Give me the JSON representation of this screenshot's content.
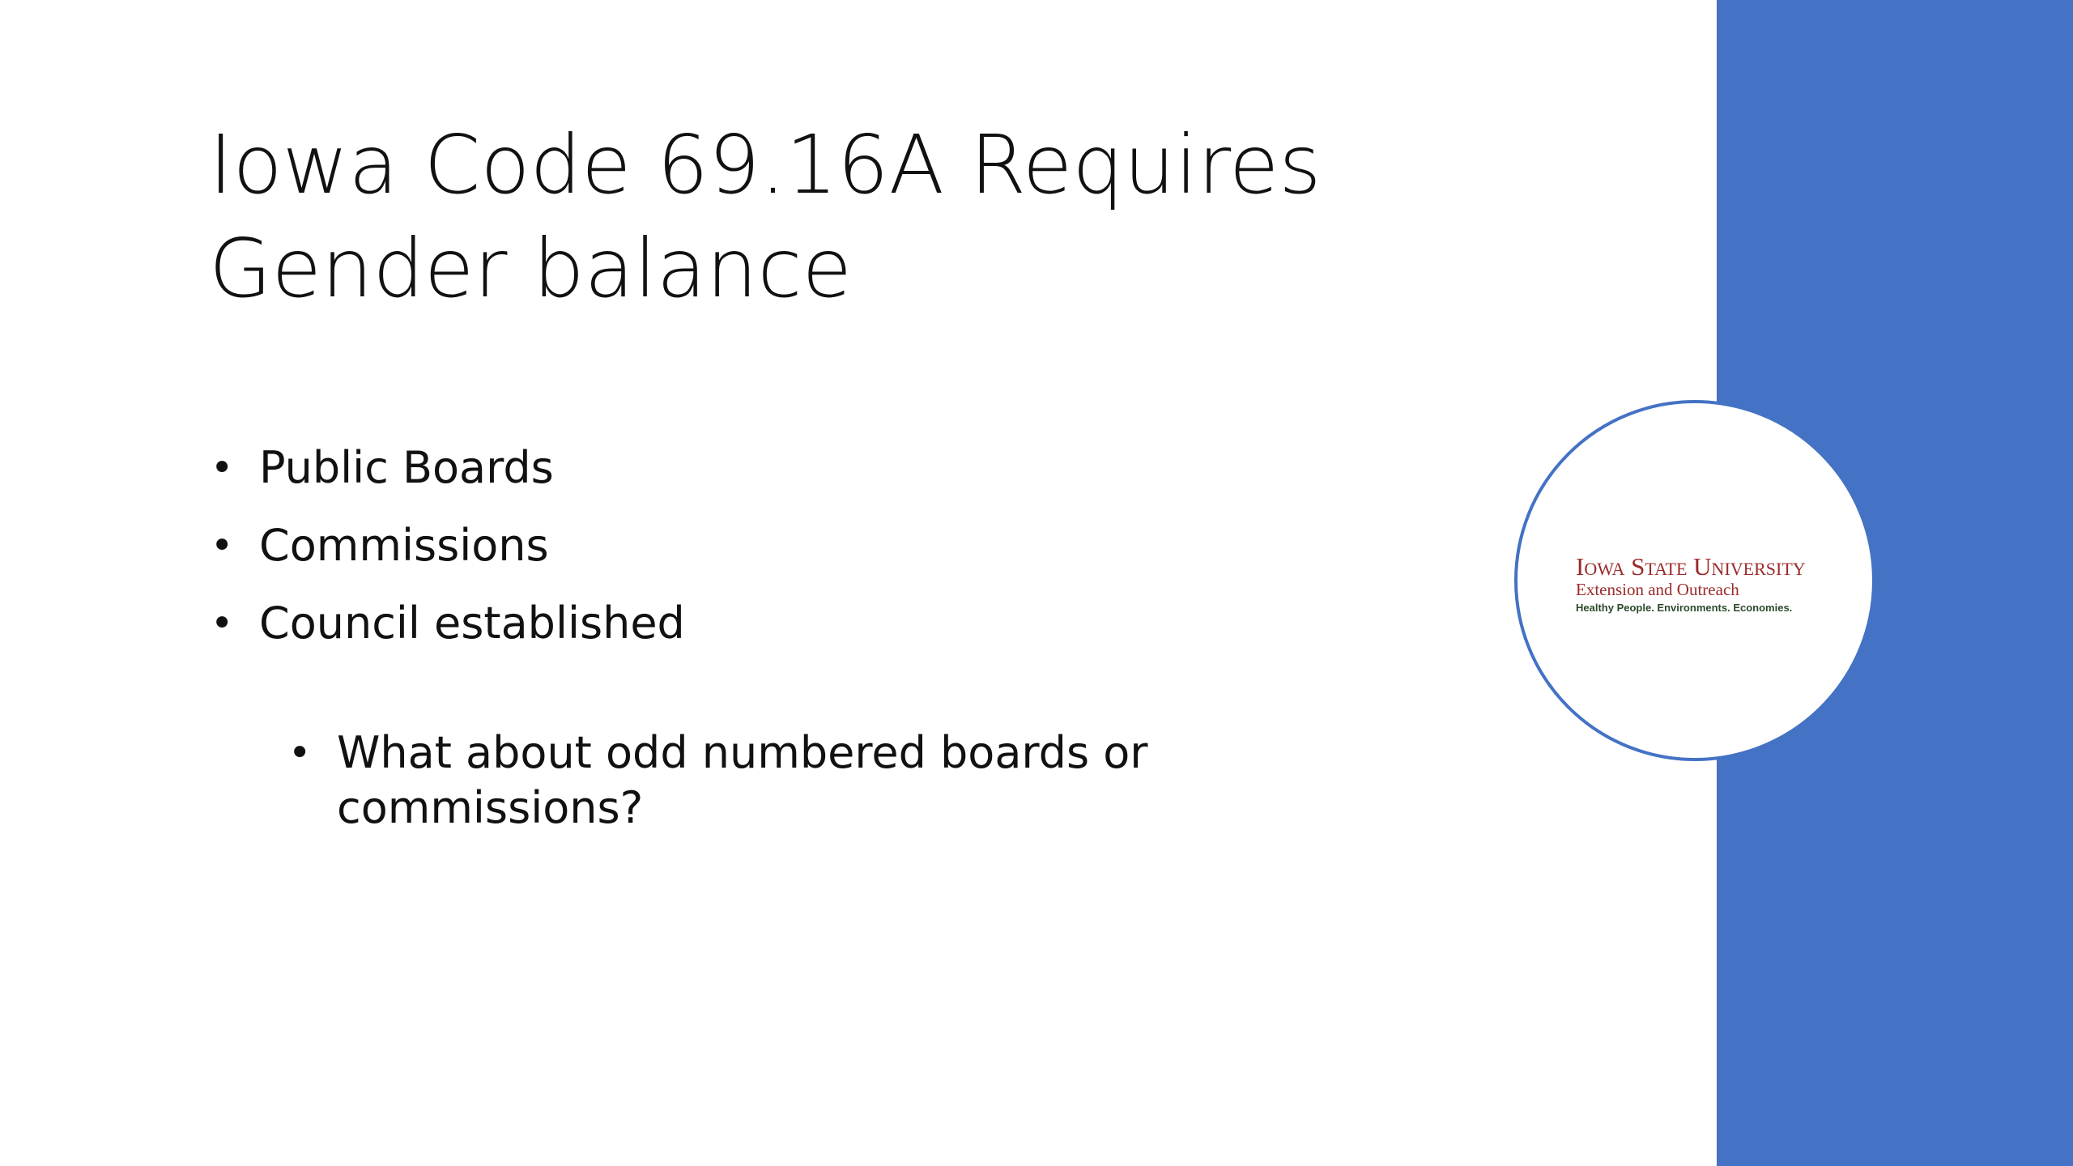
{
  "slide": {
    "title_line1": "Iowa Code 69.16A Requires",
    "title_line2": "Gender balance",
    "bullets": [
      "Public Boards",
      "Commissions",
      "Council established"
    ],
    "sub_bullets": [
      "What about odd numbered boards or commissions?"
    ],
    "bullet_glyph": "•"
  },
  "logo": {
    "name": "Iowa State University",
    "subtitle": "Extension and Outreach",
    "tagline": "Healthy People. Environments. Economies."
  },
  "colors": {
    "accent_band": "#4472c4",
    "logo_red": "#9b2a2a",
    "text": "#111111",
    "background": "#ffffff"
  }
}
